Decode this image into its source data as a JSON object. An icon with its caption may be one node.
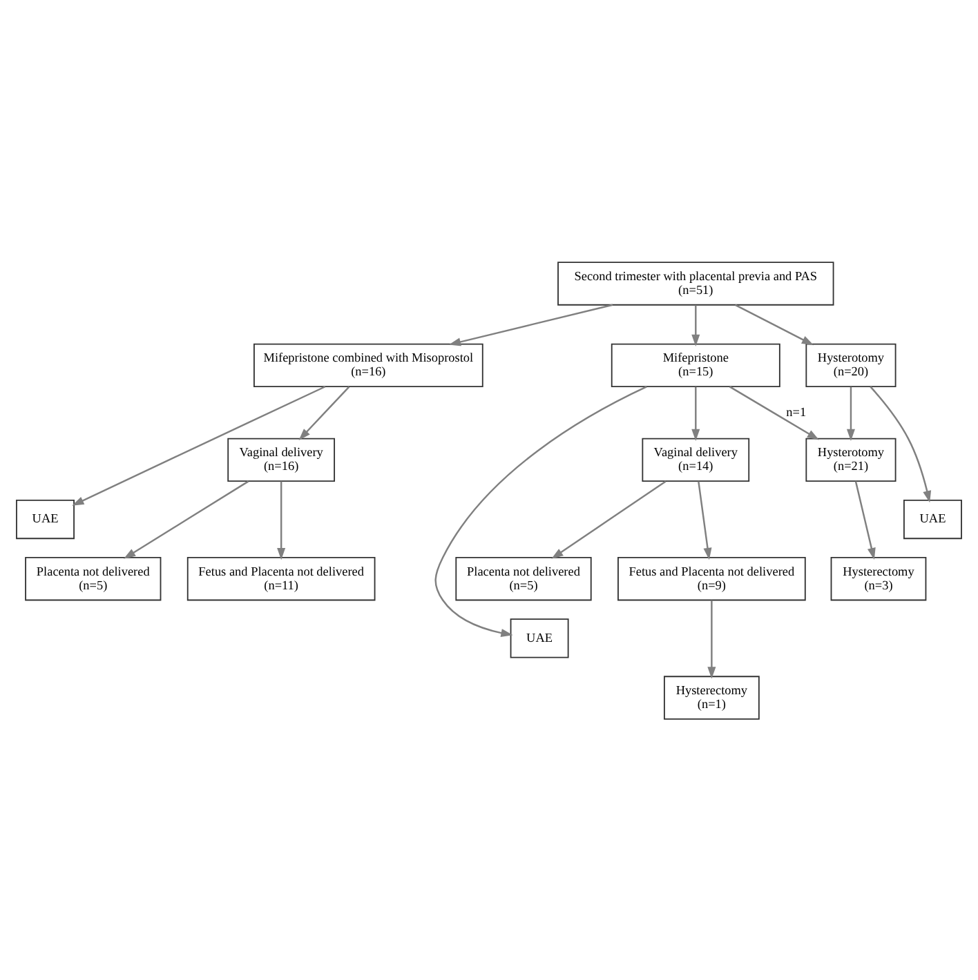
{
  "diagram": {
    "nodes": [
      {
        "text": [
          "Second trimester with placental previa and PAS",
          "(n=51)"
        ]
      },
      {
        "text": [
          "Mifepristone combined with Misoprostol",
          "(n=16)"
        ]
      },
      {
        "text": [
          "Mifepristone",
          "(n=15)"
        ]
      },
      {
        "text": [
          "Hysterotomy",
          "(n=20)"
        ]
      },
      {
        "text": [
          "UAE"
        ]
      },
      {
        "text": [
          "UAE"
        ]
      },
      {
        "text": [
          "UAE"
        ]
      },
      {
        "text": [
          "Vaginal delivery",
          "(n=16)"
        ]
      },
      {
        "text": [
          "Vaginal delivery",
          "(n=14)"
        ]
      },
      {
        "text": [
          "Hysterotomy",
          "(n=21)"
        ]
      },
      {
        "text": [
          "Placenta not delivered",
          "(n=5)"
        ]
      },
      {
        "text": [
          "Fetus and Placenta not delivered",
          "(n=11)"
        ]
      },
      {
        "text": [
          "Placenta not delivered",
          "(n=5)"
        ]
      },
      {
        "text": [
          "Fetus and Placenta not delivered",
          "(n=9)"
        ]
      },
      {
        "text": [
          "Hysterectomy",
          "(n=1)"
        ]
      },
      {
        "text": [
          "Hysterectomy",
          "(n=3)"
        ]
      }
    ],
    "edges": [
      {
        "from": 0,
        "to": 1,
        "arrow": "to"
      },
      {
        "from": 0,
        "to": 2,
        "arrow": "to"
      },
      {
        "from": 0,
        "to": 3,
        "arrow": "to"
      },
      {
        "from": 1,
        "to": 4,
        "arrow": "to"
      },
      {
        "from": 1,
        "to": 7,
        "arrow": "to"
      },
      {
        "from": 2,
        "to": 5,
        "arrow": "to"
      },
      {
        "from": 2,
        "to": 8,
        "arrow": "to"
      },
      {
        "from": 2,
        "to": 9,
        "arrow": "to",
        "label": "n=1"
      },
      {
        "from": 3,
        "to": 6,
        "arrow": "to"
      },
      {
        "from": 3,
        "to": 9,
        "arrow": "to"
      },
      {
        "from": 7,
        "to": 10,
        "arrow": "to"
      },
      {
        "from": 7,
        "to": 11,
        "arrow": "to"
      },
      {
        "from": 8,
        "to": 12,
        "arrow": "to"
      },
      {
        "from": 8,
        "to": 13,
        "arrow": "to"
      },
      {
        "from": 13,
        "to": 14,
        "arrow": "to"
      },
      {
        "from": 9,
        "to": 15,
        "arrow": "to"
      }
    ]
  }
}
